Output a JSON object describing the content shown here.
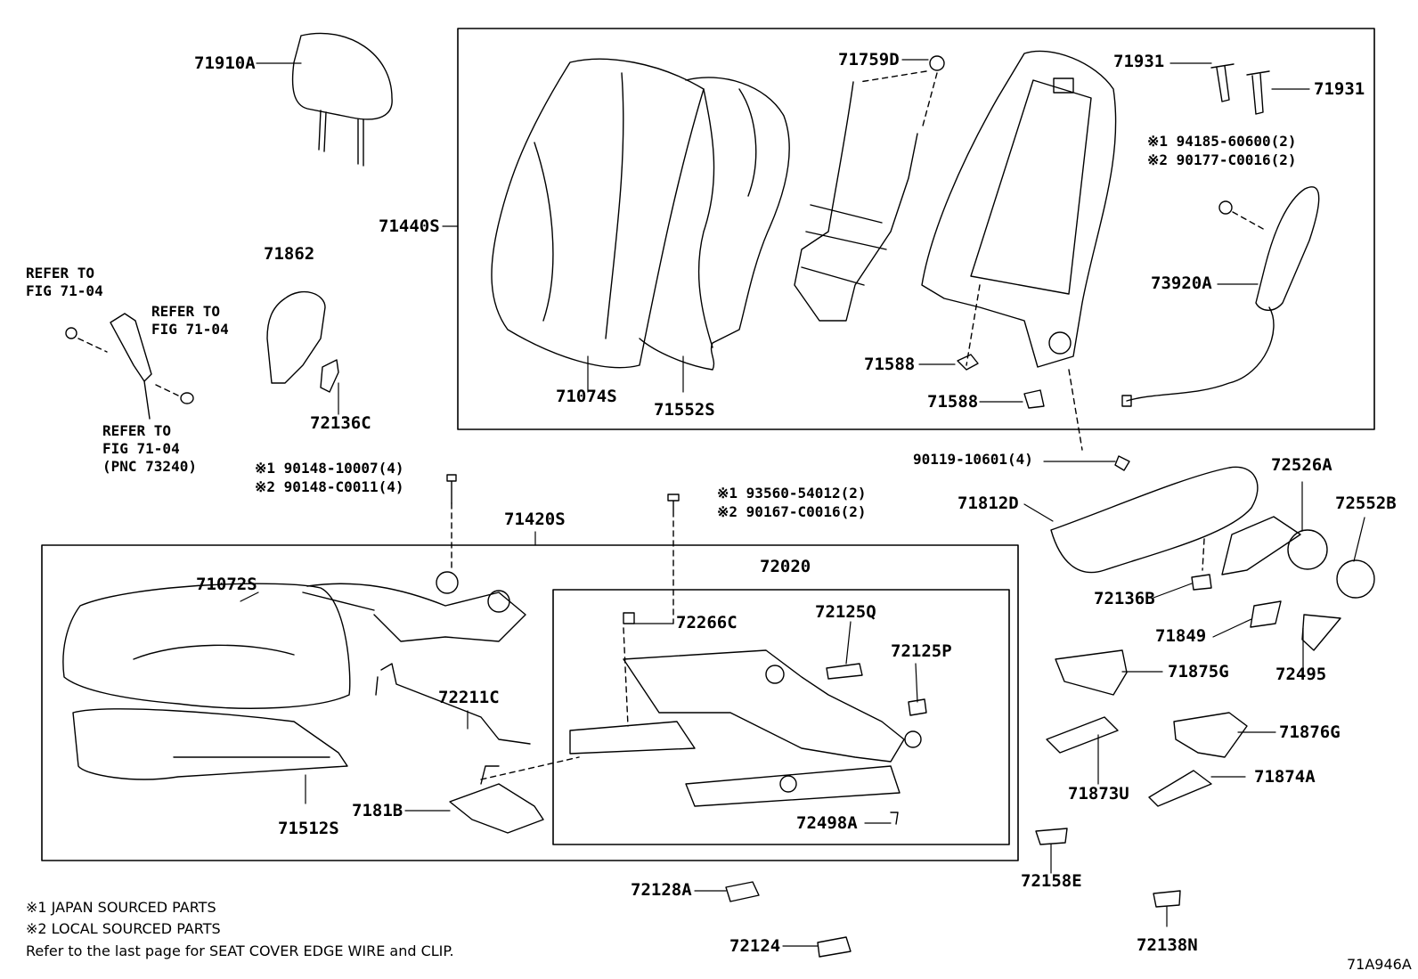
{
  "labels": {
    "p71910A": "71910A",
    "p71440S": "71440S",
    "p71759D": "71759D",
    "p71931a": "71931",
    "p71931b": "71931",
    "p71862": "71862",
    "p73920A": "73920A",
    "p71074S": "71074S",
    "p71552S": "71552S",
    "p71588a": "71588",
    "p71588b": "71588",
    "p72136C": "72136C",
    "p90119": "90119-10601(4)",
    "p71420S": "71420S",
    "p72526A": "72526A",
    "p72552B": "72552B",
    "p71812D": "71812D",
    "p71072S": "71072S",
    "p72020": "72020",
    "p72266C": "72266C",
    "p72125Q": "72125Q",
    "p72125P": "72125P",
    "p72136B": "72136B",
    "p71849": "71849",
    "p72495": "72495",
    "p72211C": "72211C",
    "p71875G": "71875G",
    "p71876G": "71876G",
    "p71873U": "71873U",
    "p71874A": "71874A",
    "p7181B": "7181B",
    "p72498A": "72498A",
    "p71512S": "71512S",
    "p72158E": "72158E",
    "p72128A": "72128A",
    "p72124": "72124",
    "p72138N": "72138N"
  },
  "references": {
    "ref1_line1": "REFER TO",
    "ref1_line2": "FIG 71-04",
    "ref2_line1": "REFER TO",
    "ref2_line2": "FIG 71-04",
    "ref3_line1": "REFER TO",
    "ref3_line2": "FIG 71-04",
    "ref3_line3": "(PNC 73240)"
  },
  "fasteners": {
    "bolt_a_1": "※1 94185-60600(2)",
    "bolt_a_2": "※2 90177-C0016(2)",
    "bolt_b_1": "※1 90148-10007(4)",
    "bolt_b_2": "※2 90148-C0011(4)",
    "bolt_c_1": "※1 93560-54012(2)",
    "bolt_c_2": "※2 90167-C0016(2)"
  },
  "notes": {
    "note1": "※1 JAPAN SOURCED PARTS",
    "note2": "※2 LOCAL SOURCED PARTS",
    "note3": "Refer to the last page for SEAT COVER EDGE WIRE and CLIP."
  },
  "diagram_code": "71A946A"
}
